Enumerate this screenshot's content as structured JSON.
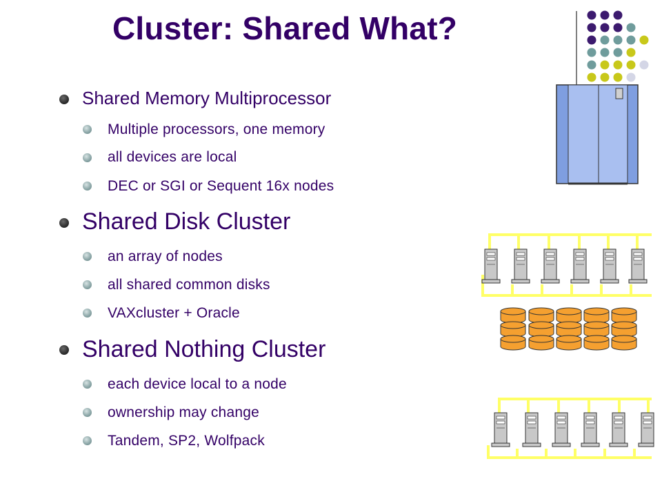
{
  "slide": {
    "title": "Cluster: Shared What?",
    "sections": [
      {
        "heading": "Shared Memory Multiprocessor",
        "items": [
          "Multiple processors, one memory",
          "all devices are local",
          "DEC or SGI or Sequent 16x nodes"
        ]
      },
      {
        "heading": "Shared Disk Cluster",
        "items": [
          "an array of nodes",
          "all shared common disks",
          "VAXcluster + Oracle"
        ]
      },
      {
        "heading": "Shared Nothing Cluster",
        "items": [
          "each device local to a node",
          "ownership may change",
          "Tandem, SP2, Wolfpack"
        ]
      }
    ]
  },
  "colors": {
    "text": "#330066",
    "dot_purple": "#3c1a6e",
    "dot_teal": "#6f9c9c",
    "dot_yellow": "#c8c81a",
    "dot_lavender": "#d4d6e6",
    "bus_yellow": "#ffff66",
    "mainframe_blue": "#7f9ee0",
    "disk_orange": "#f5a030",
    "server_gray": "#c8c8c8"
  },
  "icons": {
    "mainframe": "mainframe-cabinet-icon",
    "server": "tower-server-icon",
    "disk": "disk-stack-icon"
  }
}
